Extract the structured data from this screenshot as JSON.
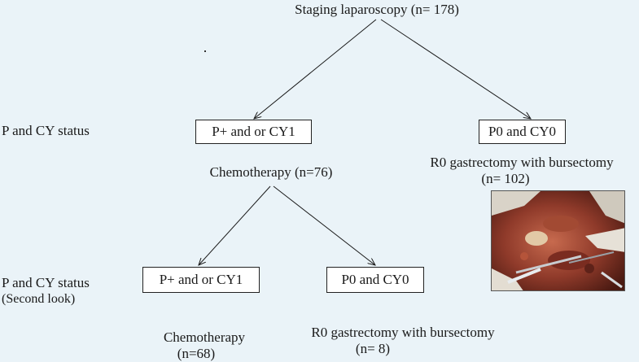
{
  "top_node": {
    "label": "Staging laparoscopy",
    "n": "(n= 178)"
  },
  "left_labels": {
    "row1": "P and CY status",
    "row2_line1": "P and CY status",
    "row2_line2": "(Second look)"
  },
  "level1": {
    "left_box": "P+ and or CY1",
    "right_box": "P0 and CY0",
    "left_outcome": "Chemotherapy  (n=76)",
    "right_outcome_line1": "R0 gastrectomy with bursectomy",
    "right_outcome_line2": "(n= 102)"
  },
  "level2": {
    "left_box": "P+ and or CY1",
    "right_box": "P0 and CY0",
    "left_outcome_line1": "Chemotherapy",
    "left_outcome_line2": "(n=68)",
    "right_outcome_line1": "R0 gastrectomy with bursectomy",
    "right_outcome_line2": "(n= 8)"
  },
  "photo": {
    "icon": "surgical-field-photo"
  },
  "colors": {
    "background": "#eaf3f8",
    "line": "#1a1a1a",
    "box_fill": "#ffffff"
  }
}
